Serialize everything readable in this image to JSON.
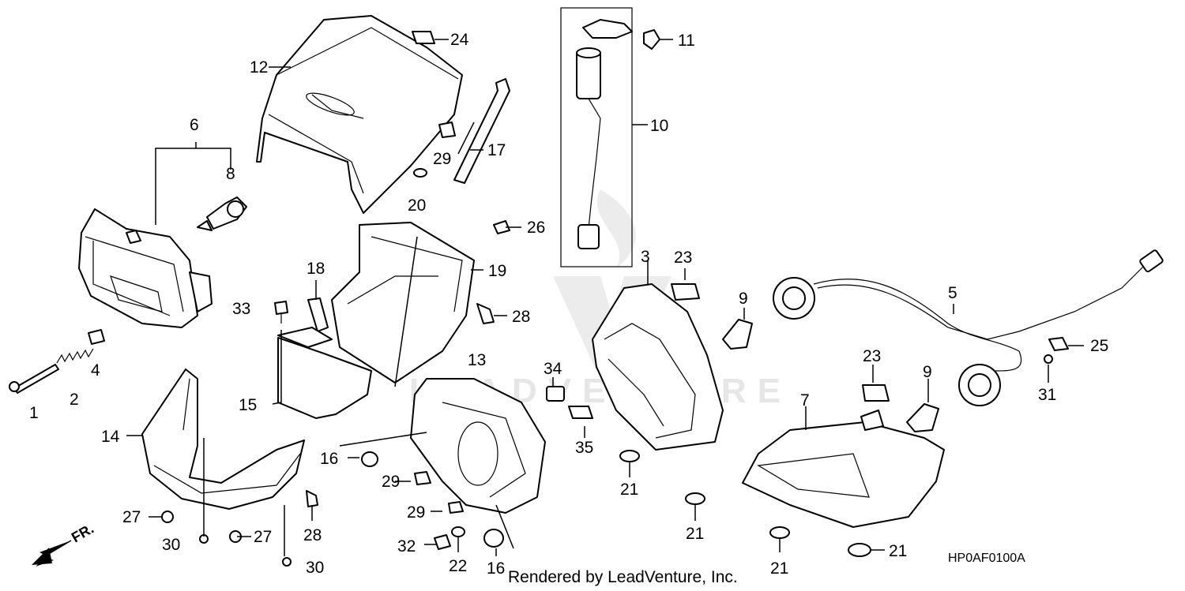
{
  "diagram": {
    "callouts": [
      {
        "id": "c1",
        "text": "1"
      },
      {
        "id": "c2",
        "text": "2"
      },
      {
        "id": "c3",
        "text": "3"
      },
      {
        "id": "c4",
        "text": "4"
      },
      {
        "id": "c5",
        "text": "5"
      },
      {
        "id": "c6",
        "text": "6"
      },
      {
        "id": "c7",
        "text": "7"
      },
      {
        "id": "c8",
        "text": "8"
      },
      {
        "id": "c9a",
        "text": "9"
      },
      {
        "id": "c9b",
        "text": "9"
      },
      {
        "id": "c10",
        "text": "10"
      },
      {
        "id": "c11",
        "text": "11"
      },
      {
        "id": "c12",
        "text": "12"
      },
      {
        "id": "c13",
        "text": "13"
      },
      {
        "id": "c14",
        "text": "14"
      },
      {
        "id": "c15",
        "text": "15"
      },
      {
        "id": "c16a",
        "text": "16"
      },
      {
        "id": "c16b",
        "text": "16"
      },
      {
        "id": "c17",
        "text": "17"
      },
      {
        "id": "c18",
        "text": "18"
      },
      {
        "id": "c19",
        "text": "19"
      },
      {
        "id": "c20",
        "text": "20"
      },
      {
        "id": "c21a",
        "text": "21"
      },
      {
        "id": "c21b",
        "text": "21"
      },
      {
        "id": "c21c",
        "text": "21"
      },
      {
        "id": "c21d",
        "text": "21"
      },
      {
        "id": "c22",
        "text": "22"
      },
      {
        "id": "c23a",
        "text": "23"
      },
      {
        "id": "c23b",
        "text": "23"
      },
      {
        "id": "c24",
        "text": "24"
      },
      {
        "id": "c25",
        "text": "25"
      },
      {
        "id": "c26",
        "text": "26"
      },
      {
        "id": "c27a",
        "text": "27"
      },
      {
        "id": "c27b",
        "text": "27"
      },
      {
        "id": "c28a",
        "text": "28"
      },
      {
        "id": "c28b",
        "text": "28"
      },
      {
        "id": "c29a",
        "text": "29"
      },
      {
        "id": "c29b",
        "text": "29"
      },
      {
        "id": "c29c",
        "text": "29"
      },
      {
        "id": "c30a",
        "text": "30"
      },
      {
        "id": "c30b",
        "text": "30"
      },
      {
        "id": "c31",
        "text": "31"
      },
      {
        "id": "c32",
        "text": "32"
      },
      {
        "id": "c33",
        "text": "33"
      },
      {
        "id": "c34",
        "text": "34"
      },
      {
        "id": "c35",
        "text": "35"
      }
    ],
    "direction_label": "FR.",
    "diagram_code": "HP0AF0100A",
    "render_credit": "Rendered by LeadVenture, Inc.",
    "watermark_text": "LEADVENTURE"
  }
}
